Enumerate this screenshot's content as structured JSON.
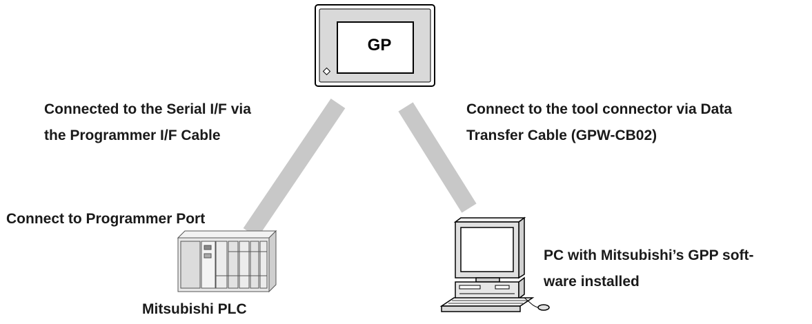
{
  "gp_label": "GP",
  "labels": {
    "serial_line1": "Connected to the Serial I/F via",
    "serial_line2": "the Programmer I/F Cable",
    "tool_line1": "Connect to the tool connector via Data",
    "tool_line2": "Transfer Cable (GPW-CB02)",
    "programmer_port": "Connect to Programmer Port",
    "plc": "Mitsubishi PLC",
    "pc_line1": "PC with Mitsubishi’s GPP soft-",
    "pc_line2": "ware installed"
  },
  "colors": {
    "cable": "#c8c8c8",
    "outline": "#000000",
    "equipment_fill": "#e6e6e6",
    "screen_bezel": "#d9d9d9"
  }
}
